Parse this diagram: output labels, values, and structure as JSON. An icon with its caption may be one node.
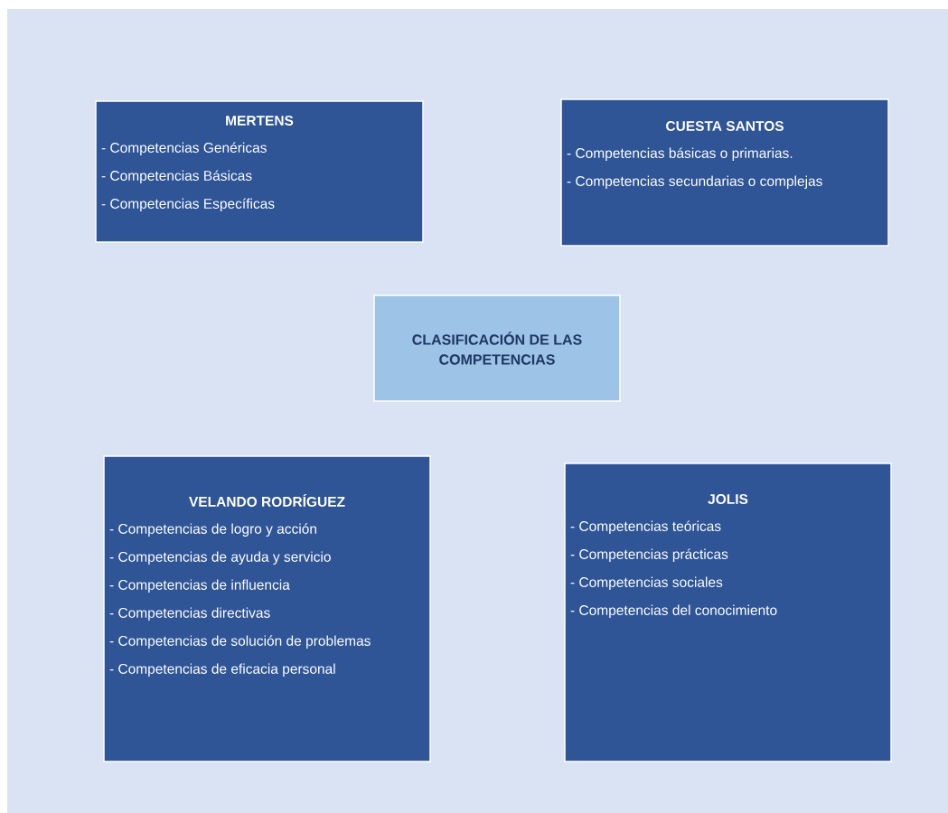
{
  "diagram": {
    "nodes": [
      {
        "text": [
          "MERTENS",
          "- Competencias Genéricas",
          "- Competencias Básicas",
          "- Competencias Específicas"
        ]
      },
      {
        "text": [
          "CUESTA SANTOS",
          "- Competencias básicas o primarias.",
          "- Competencias secundarias o complejas"
        ]
      },
      {
        "text": [
          "CLASIFICACIÓN DE LAS COMPETENCIAS"
        ]
      },
      {
        "text": [
          "VELANDO RODRÍGUEZ",
          "- Competencias de logro y acción",
          "- Competencias de ayuda y servicio",
          "- Competencias de influencia",
          "- Competencias directivas",
          "- Competencias de solución de problemas",
          "- Competencias de eficacia personal"
        ]
      },
      {
        "text": [
          "JOLIS",
          "- Competencias teóricas",
          "- Competencias prácticas",
          "- Competencias sociales",
          "- Competencias del conocimiento"
        ]
      }
    ]
  }
}
